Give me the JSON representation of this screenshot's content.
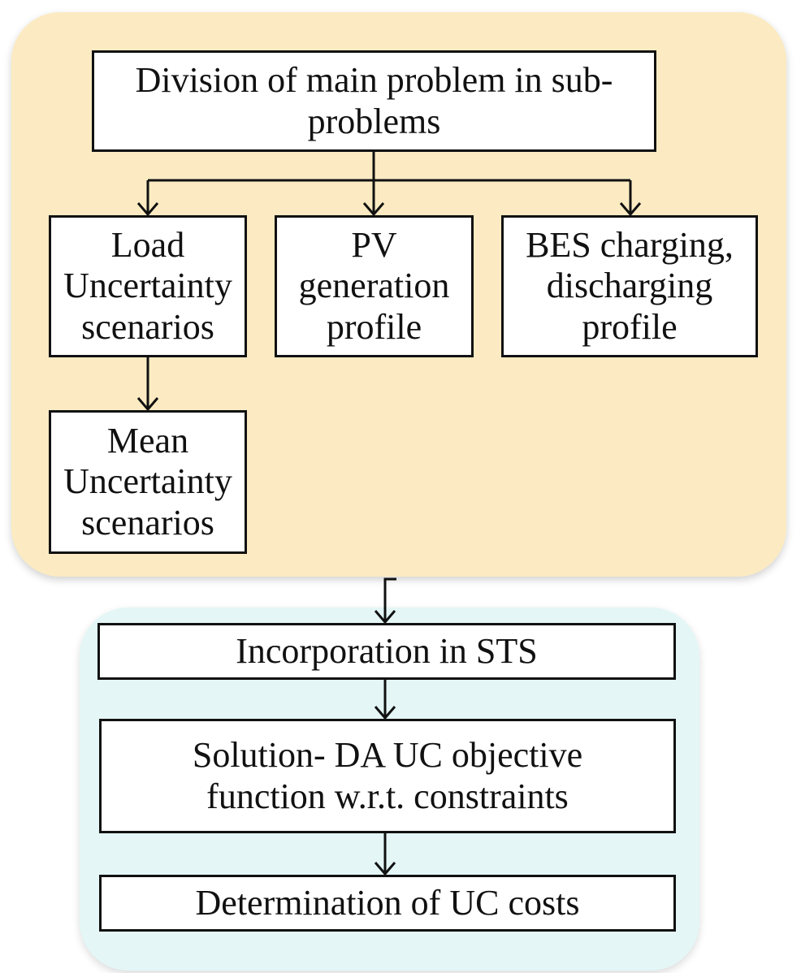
{
  "nodes": {
    "division": "Division of main problem in sub-problems",
    "load_uncertainty": "Load Uncertainty scenarios",
    "pv_generation": "PV generation profile",
    "bes_profile": "BES charging, discharging profile",
    "mean_uncertainty": "Mean Uncertainty scenarios",
    "incorporation": "Incorporation in STS",
    "solution": "Solution- DA UC objective function w.r.t. constraints",
    "determination": "Determination of UC costs"
  },
  "colors": {
    "top_region": "#fcebc2",
    "bottom_region": "#e4f6f6",
    "line": "#111111"
  }
}
